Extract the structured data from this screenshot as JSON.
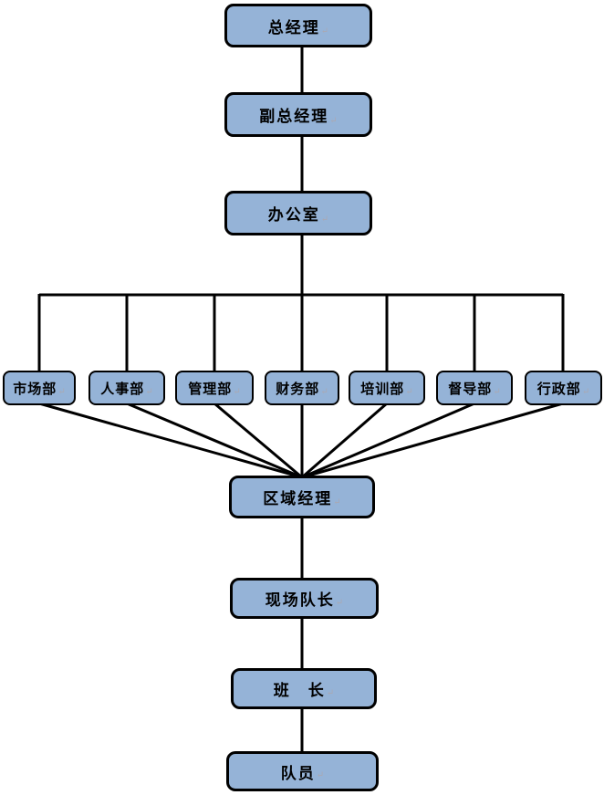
{
  "diagram": {
    "type": "org-chart",
    "paragraph_mark": "↵",
    "colors": {
      "node_fill": "#95B3D7",
      "node_border": "#000000",
      "connector": "#000000",
      "text": "#000000",
      "paragraph_mark_color": "#a9a9b5"
    },
    "chain_top": [
      {
        "label": "总经理"
      },
      {
        "label": "副总经理"
      },
      {
        "label": "办公室"
      }
    ],
    "departments": [
      {
        "label": "市场部"
      },
      {
        "label": "人事部"
      },
      {
        "label": "管理部"
      },
      {
        "label": "财务部"
      },
      {
        "label": "培训部"
      },
      {
        "label": "督导部"
      },
      {
        "label": "行政部"
      }
    ],
    "chain_bottom": [
      {
        "label": "区域经理"
      },
      {
        "label": "现场队长"
      },
      {
        "label": "班　长"
      },
      {
        "label": "队员"
      }
    ]
  }
}
